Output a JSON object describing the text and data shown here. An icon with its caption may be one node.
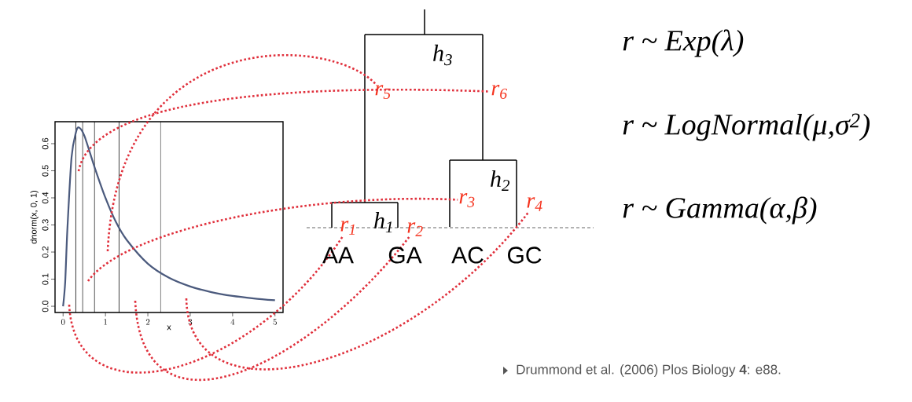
{
  "diagram": {
    "nodes": [
      {
        "text": [
          "r$_{1}$"
        ]
      },
      {
        "text": [
          "r$_{2}$"
        ]
      },
      {
        "text": [
          "r$_{3}$"
        ]
      },
      {
        "text": [
          "r$_{4}$"
        ]
      },
      {
        "text": [
          "r$_{5}$"
        ]
      },
      {
        "text": [
          "r$_{6}$"
        ]
      }
    ],
    "edges": [
      {
        "from": null,
        "to": 0,
        "arrow": "none"
      },
      {
        "from": null,
        "to": 1,
        "arrow": "none"
      },
      {
        "from": null,
        "to": 2,
        "arrow": "none"
      },
      {
        "from": null,
        "to": 3,
        "arrow": "none"
      },
      {
        "from": null,
        "to": 4,
        "arrow": "none"
      },
      {
        "from": null,
        "to": 5,
        "arrow": "none"
      }
    ],
    "labels": [
      "r ~ Exp(λ)",
      "h$_{3}$",
      "r ~ LogNormal(μ,σ$^{2}$)",
      "h$_{2}$",
      "r ~ Gamma(α,β)",
      "h$_{1}$",
      "AA",
      "GA",
      "AC",
      "GC",
      "Drummond et al. (2006) Plos Biology **4**: e88."
    ],
    "chart_data": {
      "type": "line",
      "xlabel": "x",
      "ylabel": "dnorm(x, 0, 1)",
      "x": [
        0,
        0.05,
        0.1,
        0.2,
        0.3,
        0.37,
        0.5,
        0.75,
        1,
        1.25,
        1.5,
        2,
        2.5,
        3,
        3.5,
        4,
        4.5,
        5
      ],
      "series": [
        {
          "color": "#4b5a7d",
          "values": [
            0,
            0.09,
            0.28,
            0.55,
            0.64,
            0.66,
            0.63,
            0.51,
            0.4,
            0.31,
            0.245,
            0.157,
            0.105,
            0.073,
            0.052,
            0.038,
            0.029,
            0.022
          ]
        }
      ],
      "xlim": [
        -0.19,
        5.19
      ],
      "ylim": [
        -0.023,
        0.681
      ],
      "xticks": [
        0,
        1,
        2,
        3,
        4,
        5
      ],
      "yticks": [
        {
          "value": 0,
          "label": "0.0"
        },
        {
          "value": 0.1,
          "label": "0.1"
        },
        {
          "value": 0.2,
          "label": "0.2"
        },
        {
          "value": 0.3,
          "label": "0.3"
        },
        {
          "value": 0.4,
          "label": "0.4"
        },
        {
          "value": 0.5,
          "label": "0.5"
        },
        {
          "value": 0.6,
          "label": "0.6"
        }
      ],
      "ref_lines": [
        {
          "axis": "x",
          "value": 0.3
        },
        {
          "axis": "x",
          "value": 0.46
        },
        {
          "axis": "x",
          "value": 0.74
        },
        {
          "axis": "x",
          "value": 1.32
        },
        {
          "axis": "x",
          "value": 2.3
        }
      ]
    }
  }
}
